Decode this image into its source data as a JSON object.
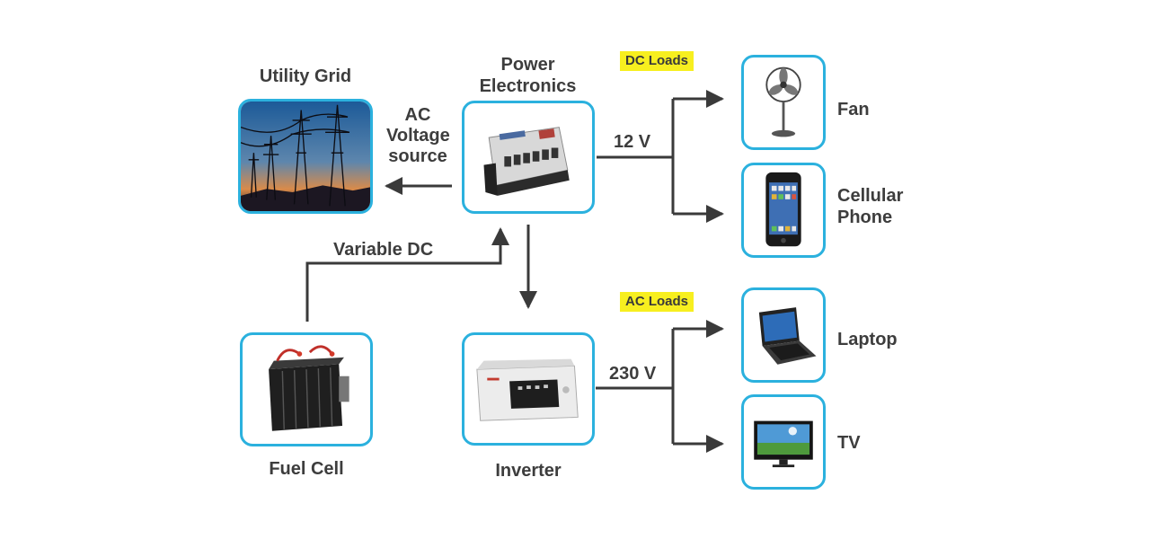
{
  "nodes": {
    "utility_grid": "Utility Grid",
    "power_electronics_line1": "Power",
    "power_electronics_line2": "Electronics",
    "fuel_cell": "Fuel Cell",
    "inverter": "Inverter",
    "fan": "Fan",
    "cellular_phone_line1": "Cellular",
    "cellular_phone_line2": "Phone",
    "laptop": "Laptop",
    "tv": "TV"
  },
  "edges": {
    "ac_line1": "AC",
    "ac_line2": "Voltage",
    "ac_line3": "source",
    "variable_dc": "Variable DC",
    "dc_voltage": "12 V",
    "ac_voltage": "230 V"
  },
  "tags": {
    "dc_loads": "DC Loads",
    "ac_loads": "AC Loads"
  },
  "colors": {
    "box_border": "#2bb1de",
    "tag_bg": "#f7ef1f",
    "line": "#3a3a3a"
  }
}
